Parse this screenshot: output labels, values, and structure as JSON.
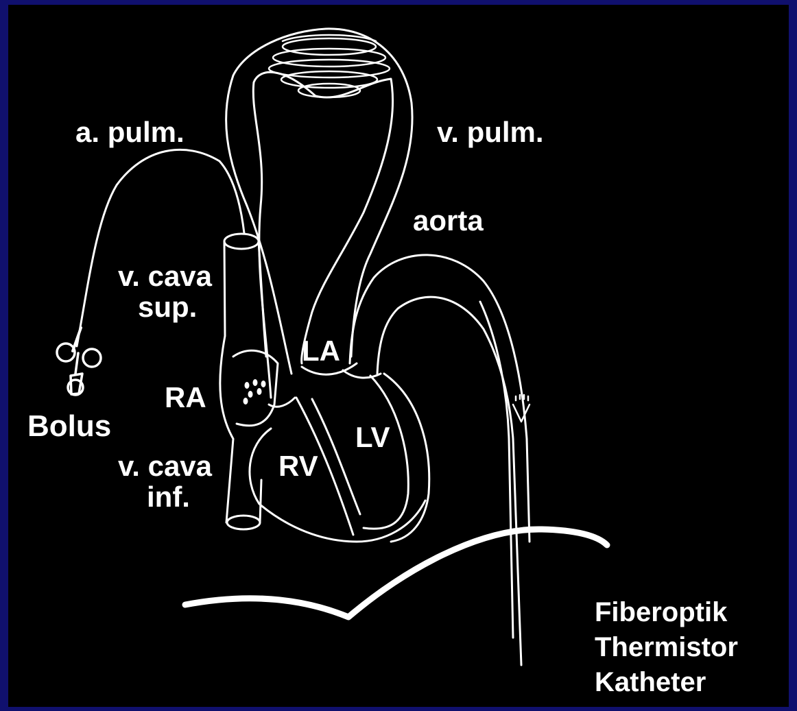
{
  "labels": {
    "a_pulm": "a. pulm.",
    "v_pulm": "v. pulm.",
    "aorta": "aorta",
    "v_cava_sup": [
      "v. cava",
      "sup."
    ],
    "la": "LA",
    "ra": "RA",
    "lv": "LV",
    "rv": "RV",
    "bolus": "Bolus",
    "v_cava_inf": [
      "v. cava",
      "inf."
    ],
    "catheter": [
      "Fiberoptik",
      "Thermistor",
      "Katheter"
    ]
  },
  "colors": {
    "frame": "#10106e",
    "background": "#000000",
    "ink": "#ffffff"
  }
}
